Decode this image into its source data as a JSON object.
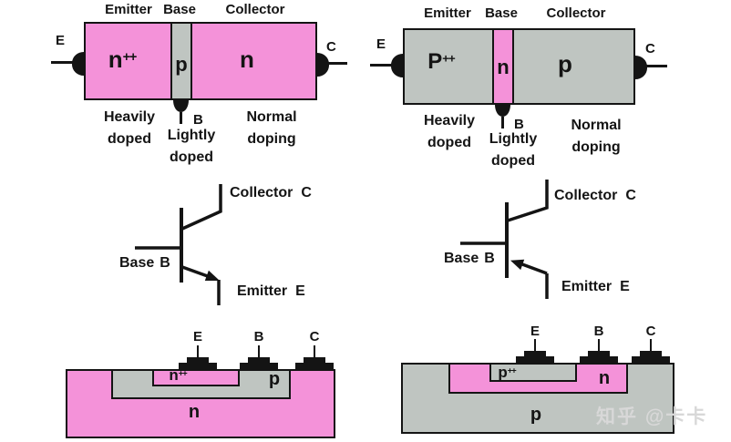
{
  "colors": {
    "pink": "#F492D9",
    "gray": "#BFC5C1",
    "ink": "#141414",
    "watermark": "#D8D8D8"
  },
  "npn": {
    "region_labels": {
      "emitter": "Emitter",
      "base": "Base",
      "collector": "Collector"
    },
    "blocks": {
      "emitter": "n",
      "emitter_sup": "++",
      "base": "p",
      "collector": "n"
    },
    "terminals": {
      "emitter": "E",
      "base": "B",
      "collector": "C"
    },
    "captions": {
      "emitter": "Heavily doped",
      "base": "Lightly doped",
      "collector": "Normal doping"
    },
    "symbol": {
      "collector": "Collector",
      "collector_letter": "C",
      "base": "Base",
      "base_letter": "B",
      "emitter": "Emitter",
      "emitter_letter": "E"
    },
    "cross_section": {
      "terminals": {
        "e": "E",
        "b": "B",
        "c": "C"
      },
      "emitter_region": "n",
      "emitter_sup": "++",
      "base_region": "p",
      "substrate": "n"
    }
  },
  "pnp": {
    "region_labels": {
      "emitter": "Emitter",
      "base": "Base",
      "collector": "Collector"
    },
    "blocks": {
      "emitter": "P",
      "emitter_sup": "++",
      "base": "n",
      "collector": "p"
    },
    "terminals": {
      "emitter": "E",
      "base": "B",
      "collector": "C"
    },
    "captions": {
      "emitter": "Heavily doped",
      "base": "Lightly doped",
      "collector": "Normal doping"
    },
    "symbol": {
      "collector": "Collector",
      "collector_letter": "C",
      "base": "Base",
      "base_letter": "B",
      "emitter": "Emitter",
      "emitter_letter": "E"
    },
    "cross_section": {
      "terminals": {
        "e": "E",
        "b": "B",
        "c": "C"
      },
      "emitter_region": "p",
      "emitter_sup": "++",
      "base_region": "n",
      "substrate": "p"
    }
  },
  "watermark": "知乎 @卡卡"
}
